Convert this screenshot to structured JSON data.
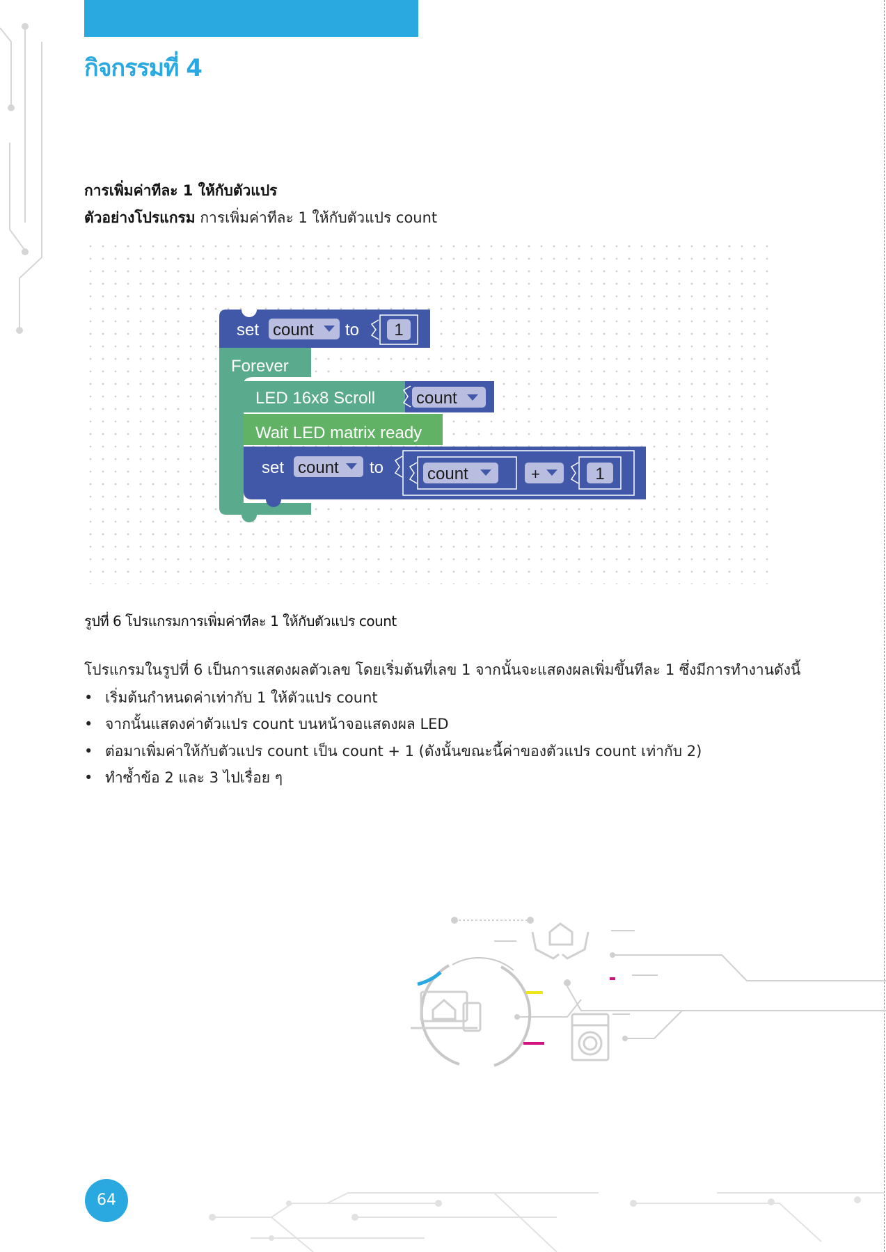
{
  "header": {
    "activity_title": "กิจกรรมที่ 4"
  },
  "section": {
    "heading": "การเพิ่มค่าทีละ 1 ให้กับตัวแปร",
    "example_label": "ตัวอย่างโปรแกรม",
    "example_text": " การเพิ่มค่าทีละ 1 ให้กับตัวแปร count"
  },
  "blocks": {
    "set1": {
      "set": "set",
      "var": "count",
      "to": "to",
      "value": "1"
    },
    "forever": "Forever",
    "scroll": {
      "label": "LED 16x8 Scroll",
      "var": "count"
    },
    "wait": "Wait LED matrix ready",
    "set2": {
      "set": "set",
      "var": "count",
      "to": "to",
      "operand_var": "count",
      "operator": "+",
      "operand_value": "1"
    }
  },
  "figure_caption": "รูปที่ 6 โปรแกรมการเพิ่มค่าทีละ 1 ให้กับตัวแปร count",
  "description": "โปรแกรมในรูปที่ 6 เป็นการแสดงผลตัวเลข โดยเริ่มต้นที่เลข 1 จากนั้นจะแสดงผลเพิ่มขึ้นทีละ 1 ซึ่งมีการทำงานดังนี้",
  "bullets": [
    "เริ่มต้นกำหนดค่าเท่ากับ 1 ให้ตัวแปร count",
    "จากนั้นแสดงค่าตัวแปร count บนหน้าจอแสดงผล LED",
    "ต่อมาเพิ่มค่าให้กับตัวแปร count เป็น count + 1 (ดังนั้นขณะนี้ค่าของตัวแปร count เท่ากับ 2)",
    "ทำซ้ำข้อ 2 และ 3 ไปเรื่อย ๆ"
  ],
  "page_number": "64",
  "colors": {
    "accent_blue": "#29a9df",
    "block_blue": "#4158a8",
    "block_teal": "#5aaa8e",
    "block_green": "#62b266",
    "dropdown": "#b9bde0"
  }
}
